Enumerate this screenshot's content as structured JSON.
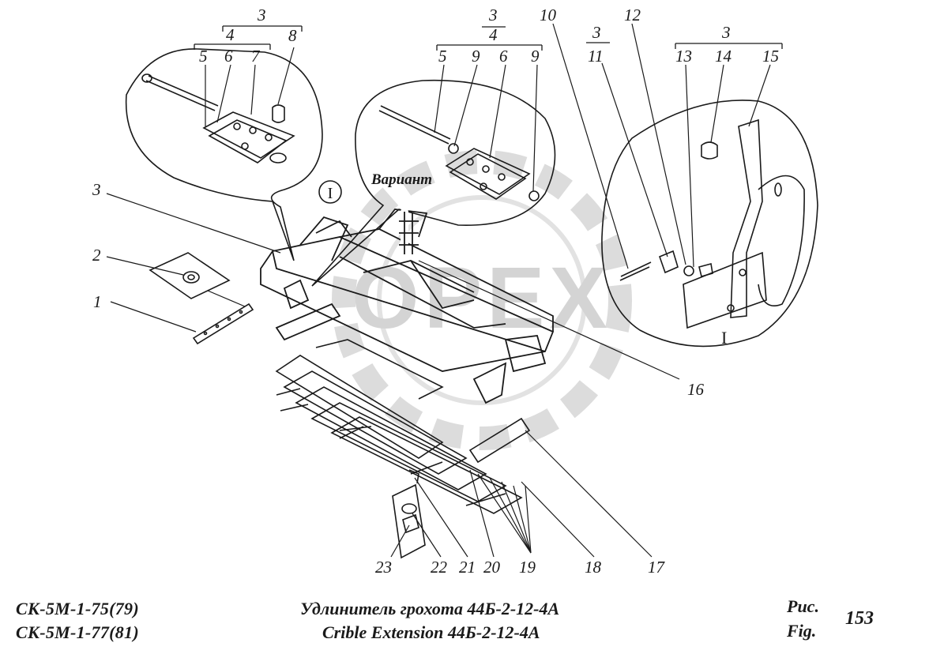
{
  "watermark": {
    "text": "OPEX"
  },
  "variant_label": "Вариант",
  "detail_view": "I",
  "callouts": [
    "1",
    "2",
    "3",
    "4",
    "5",
    "6",
    "7",
    "8",
    "9",
    "10",
    "11",
    "12",
    "13",
    "14",
    "15",
    "16",
    "17",
    "18",
    "19",
    "20",
    "21",
    "22",
    "23"
  ],
  "caption": {
    "models": [
      "СК-5М-1-75(79)",
      "СК-5М-1-77(81)"
    ],
    "title_ru": "Удлинитель грохота 44Б-2-12-4А",
    "title_en": "Crible Extension 44Б-2-12-4А",
    "fig_ru": "Рис.",
    "fig_en": "Fig.",
    "fig_number": "153"
  },
  "colors": {
    "ink": "#1a1a1a",
    "watermark": "#d4d4d4",
    "paper": "#ffffff"
  }
}
